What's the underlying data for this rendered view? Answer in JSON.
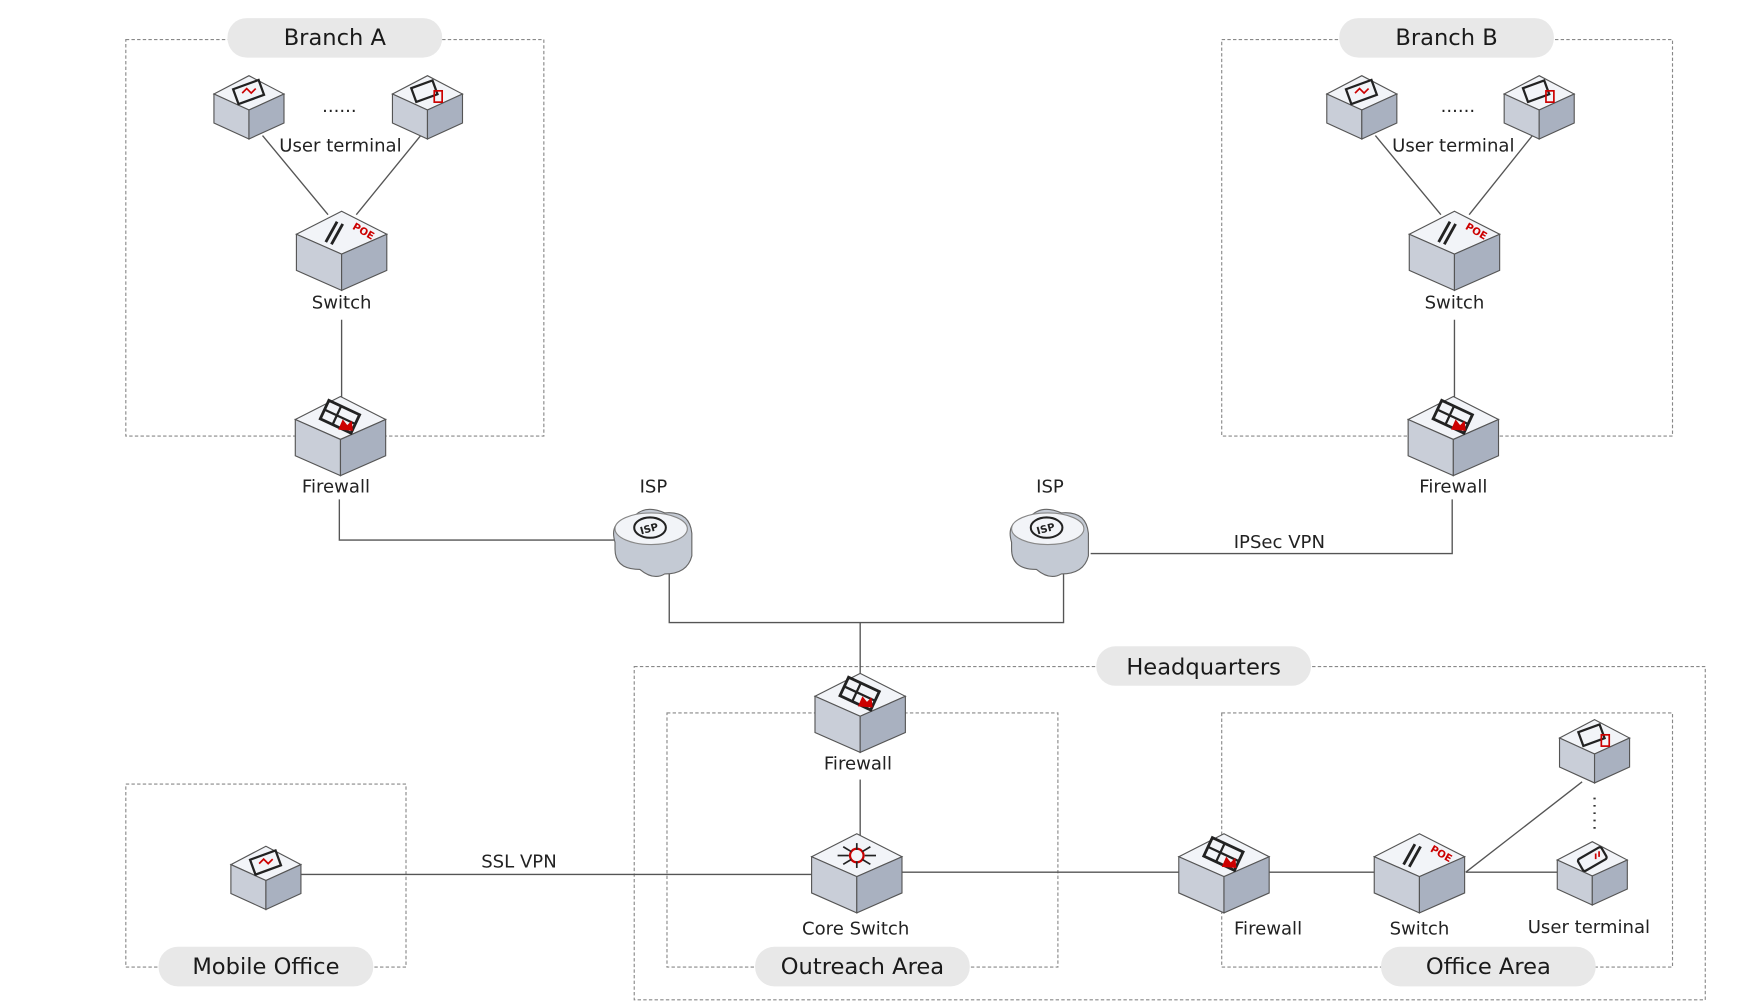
{
  "zones": {
    "branch_a": "Branch A",
    "branch_b": "Branch B",
    "headquarters": "Headquarters",
    "outreach_area": "Outreach Area",
    "office_area": "Office Area",
    "mobile_office": "Mobile Office"
  },
  "labels": {
    "user_terminal": "User terminal",
    "ellipsis": "......",
    "switch": "Switch",
    "firewall": "Firewall",
    "isp": "ISP",
    "core_switch": "Core Switch",
    "ipsec_vpn": "IPSec VPN",
    "ssl_vpn": "SSL VPN"
  },
  "colors": {
    "accent": "#cc0000",
    "zone_pill": "#e8e8e8",
    "device_top": "#f2f4f8",
    "device_side": "#a9b1c0"
  }
}
